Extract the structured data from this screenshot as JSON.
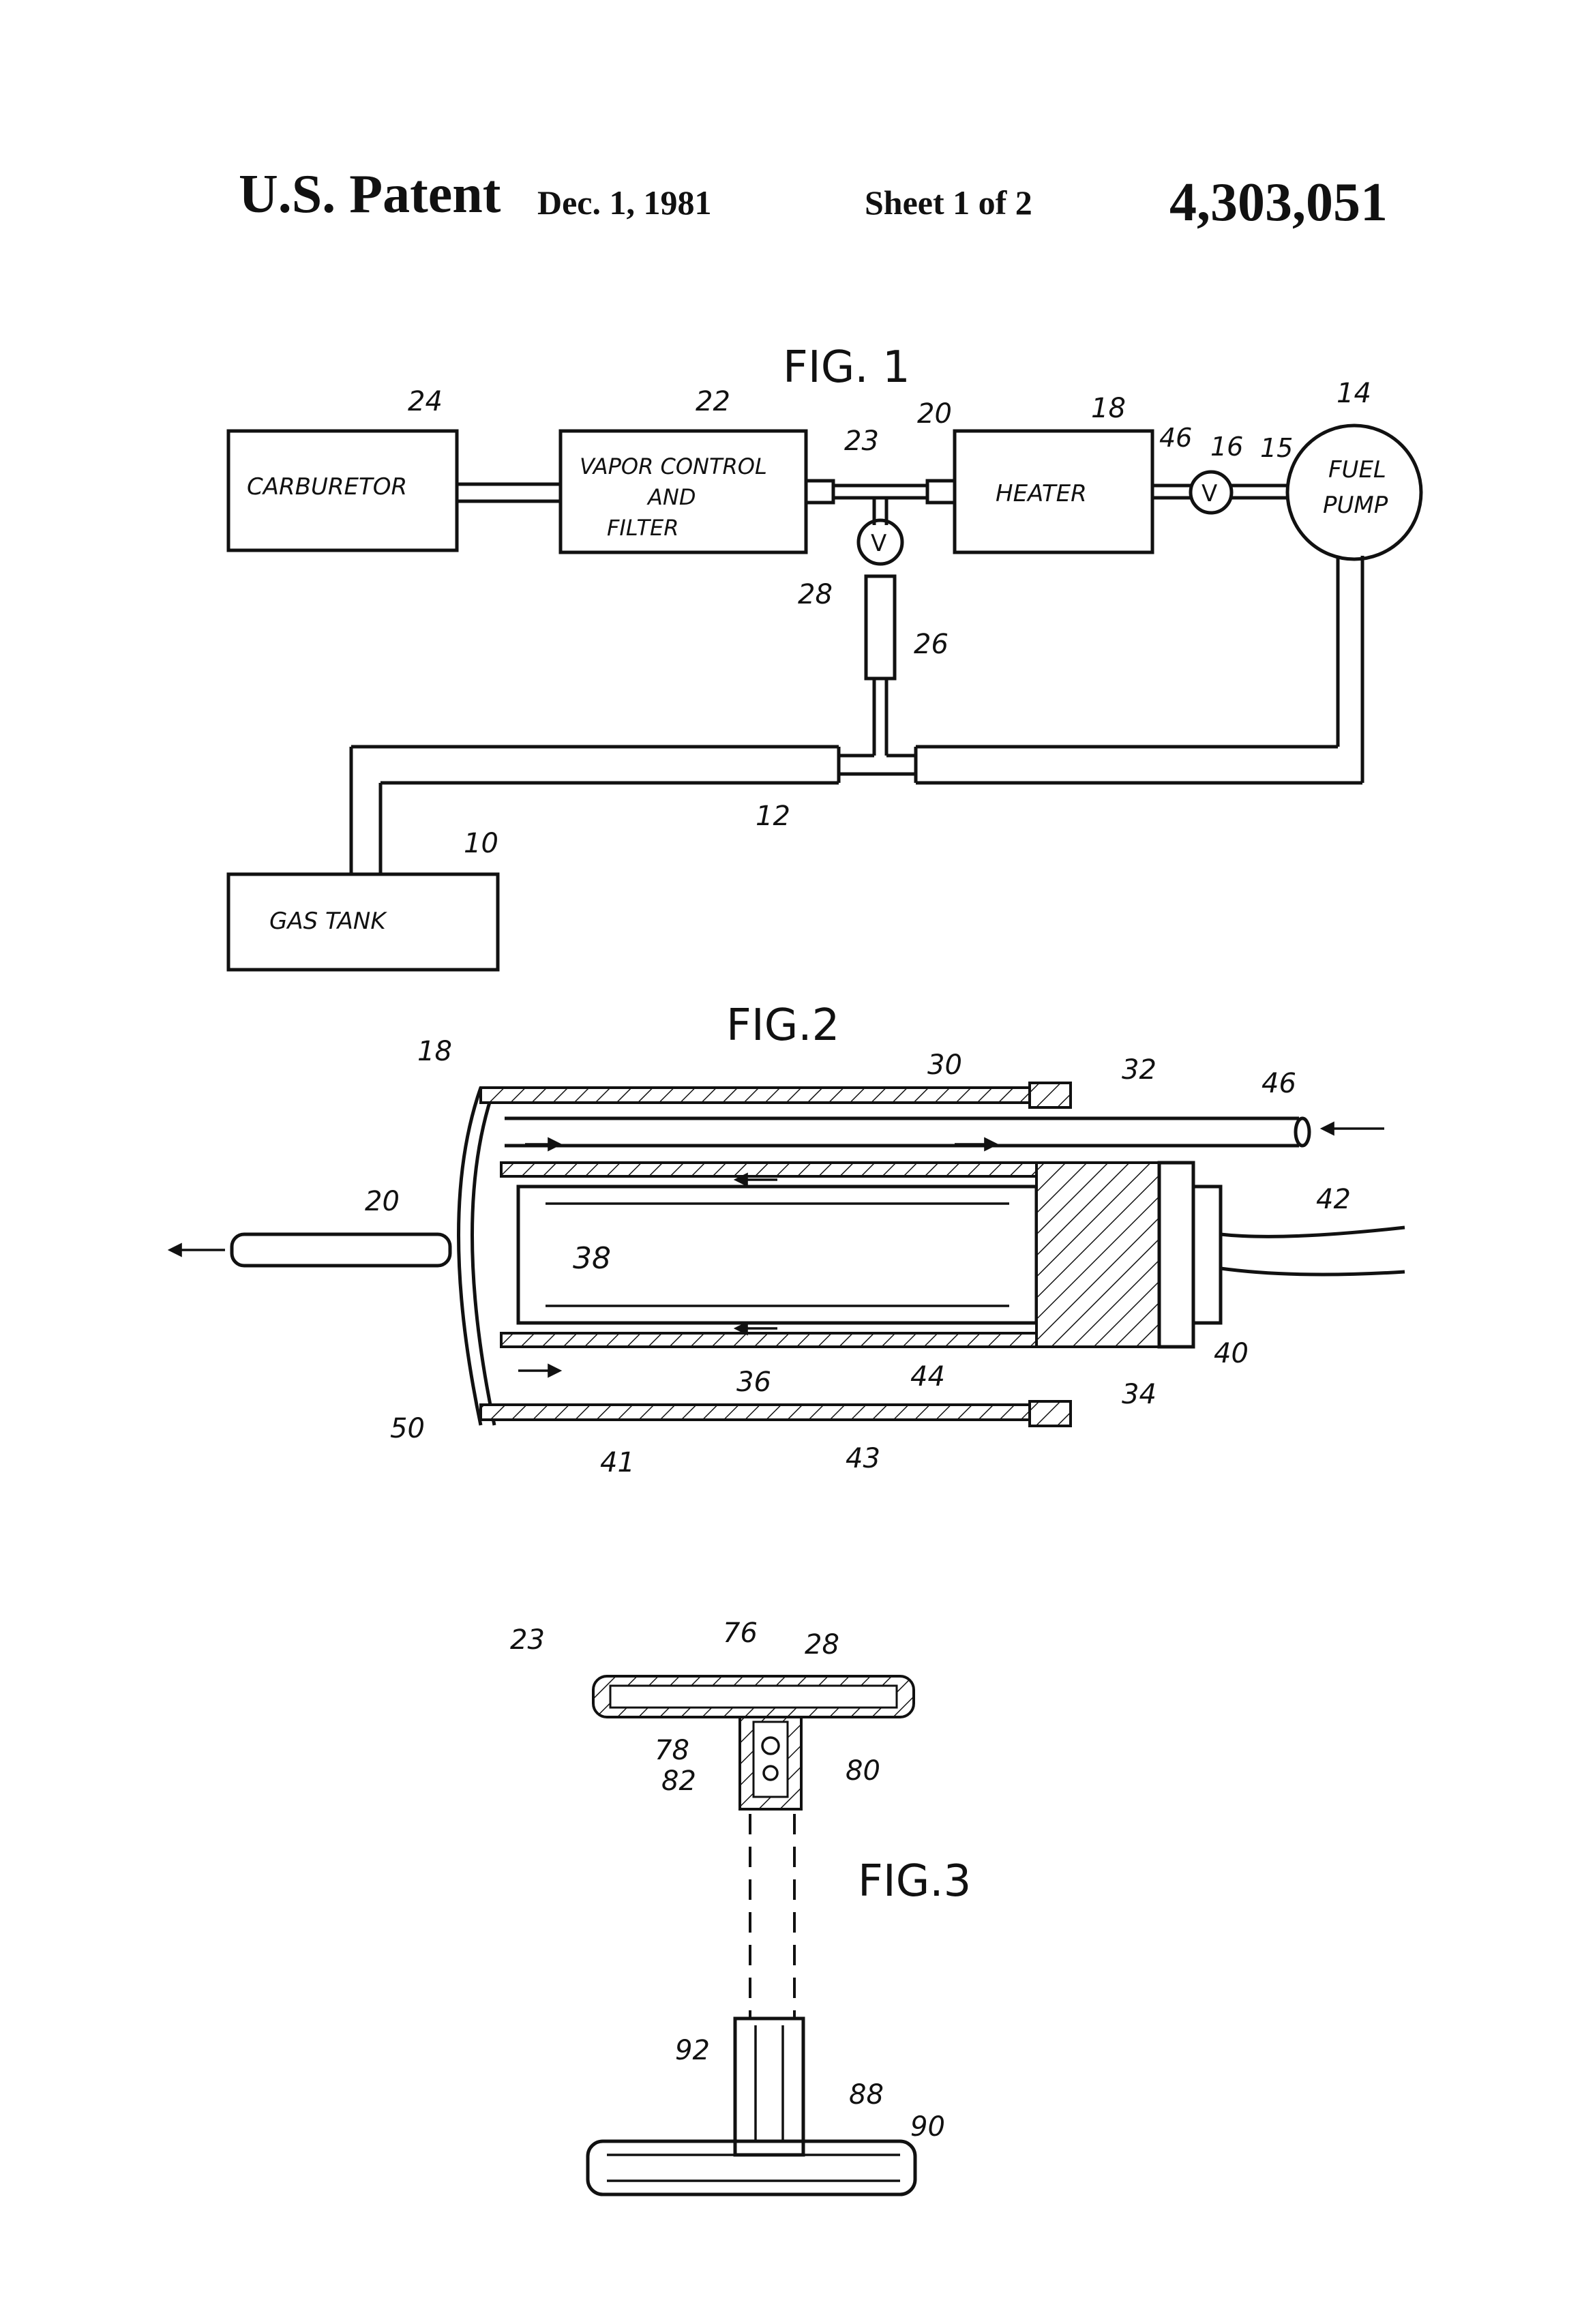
{
  "header": {
    "title": "U.S. Patent",
    "date": "Dec. 1, 1981",
    "sheet": "Sheet 1 of 2",
    "patent_number": "4,303,051"
  },
  "fig1": {
    "title": "FIG. 1",
    "carburetor": "CARBURETOR",
    "vapor_control": [
      "VAPOR CONTROL",
      "AND",
      "FILTER"
    ],
    "heater": "HEATER",
    "fuel_pump": [
      "FUEL",
      "PUMP"
    ],
    "gas_tank": "GAS TANK",
    "valve": "V",
    "refs": {
      "r24": "24",
      "r22": "22",
      "r23": "23",
      "r20": "20",
      "r18": "18",
      "r46": "46",
      "r16": "16",
      "r15": "15",
      "r14": "14",
      "r28": "28",
      "r26": "26",
      "r12": "12",
      "r10": "10"
    }
  },
  "fig2": {
    "title": "FIG.2",
    "inner_label": "38",
    "refs": {
      "r18": "18",
      "r30": "30",
      "r32": "32",
      "r46": "46",
      "r42": "42",
      "r20": "20",
      "r40": "40",
      "r34": "34",
      "r44": "44",
      "r36": "36",
      "r50": "50",
      "r41": "41",
      "r43": "43"
    }
  },
  "fig3": {
    "title": "FIG.3",
    "refs": {
      "r23": "23",
      "r76": "76",
      "r28": "28",
      "r78": "78",
      "r80": "80",
      "r82": "82",
      "r92": "92",
      "r88": "88",
      "r90": "90"
    }
  }
}
